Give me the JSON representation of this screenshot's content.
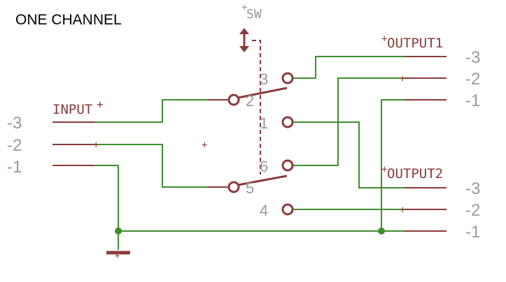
{
  "title": "ONE CHANNEL",
  "colors": {
    "wire": "#3d8f2e",
    "part": "#8b3a3a",
    "pin_label": "#9a9a9a",
    "title_text": "#000000"
  },
  "switch": {
    "name": "SW",
    "pins": [
      "3",
      "2",
      "1",
      "6",
      "5",
      "4"
    ]
  },
  "input": {
    "name": "INPUT",
    "pins": [
      "-3",
      "-2",
      "-1"
    ]
  },
  "output1": {
    "name": "OUTPUT1",
    "pins": [
      "-3",
      "-2",
      "-1"
    ]
  },
  "output2": {
    "name": "OUTPUT2",
    "pins": [
      "-3",
      "-2",
      "-1"
    ]
  }
}
